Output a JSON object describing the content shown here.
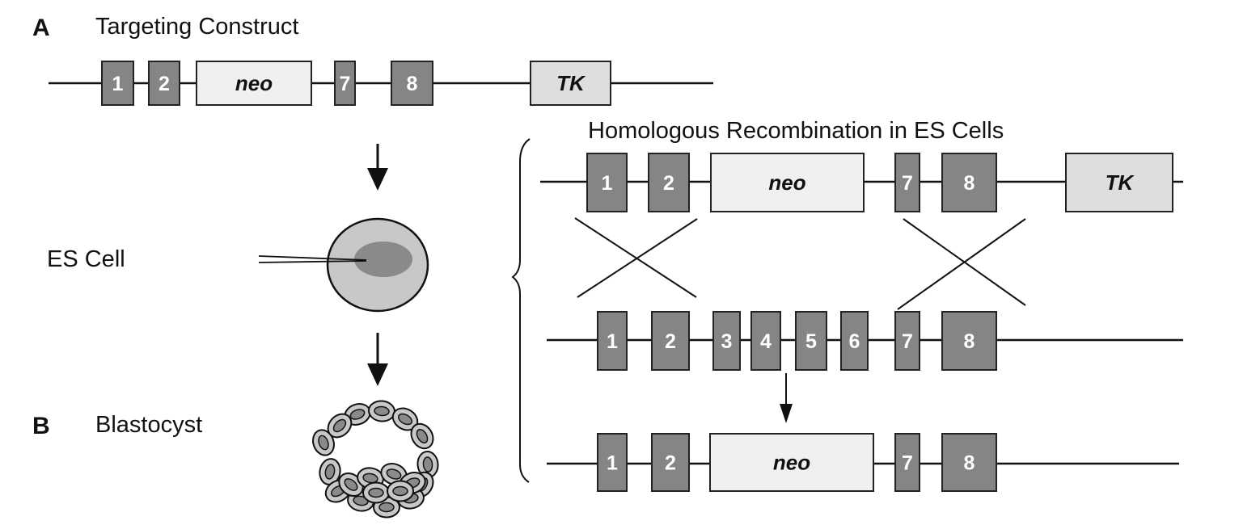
{
  "figure": {
    "panel_a": "A",
    "panel_b": "B",
    "targeting_construct_title": "Targeting Construct",
    "recombination_title": "Homologous Recombination in ES Cells",
    "es_cell_label": "ES Cell",
    "blastocyst_label": "Blastocyst"
  },
  "colors": {
    "exon_fill": "#858585",
    "neo_fill": "#f0f0f0",
    "tk_fill": "#dedede",
    "cell_fill": "#c8c8c8",
    "nucleus_fill": "#8a8a8a",
    "line": "#111111"
  },
  "targeting_construct": {
    "elements": [
      {
        "type": "exon",
        "label": "1"
      },
      {
        "type": "exon",
        "label": "2"
      },
      {
        "type": "marker",
        "label": "neo"
      },
      {
        "type": "exon",
        "label": "7"
      },
      {
        "type": "exon",
        "label": "8"
      },
      {
        "type": "marker",
        "label": "TK"
      }
    ]
  },
  "recombination": {
    "construct_row": {
      "elements": [
        {
          "type": "exon",
          "label": "1"
        },
        {
          "type": "exon",
          "label": "2"
        },
        {
          "type": "marker",
          "label": "neo"
        },
        {
          "type": "exon",
          "label": "7"
        },
        {
          "type": "exon",
          "label": "8"
        },
        {
          "type": "marker",
          "label": "TK"
        }
      ]
    },
    "wildtype_row": {
      "elements": [
        {
          "type": "exon",
          "label": "1"
        },
        {
          "type": "exon",
          "label": "2"
        },
        {
          "type": "exon",
          "label": "3"
        },
        {
          "type": "exon",
          "label": "4"
        },
        {
          "type": "exon",
          "label": "5"
        },
        {
          "type": "exon",
          "label": "6"
        },
        {
          "type": "exon",
          "label": "7"
        },
        {
          "type": "exon",
          "label": "8"
        }
      ]
    },
    "targeted_row": {
      "elements": [
        {
          "type": "exon",
          "label": "1"
        },
        {
          "type": "exon",
          "label": "2"
        },
        {
          "type": "marker",
          "label": "neo"
        },
        {
          "type": "exon",
          "label": "7"
        },
        {
          "type": "exon",
          "label": "8"
        }
      ]
    }
  }
}
